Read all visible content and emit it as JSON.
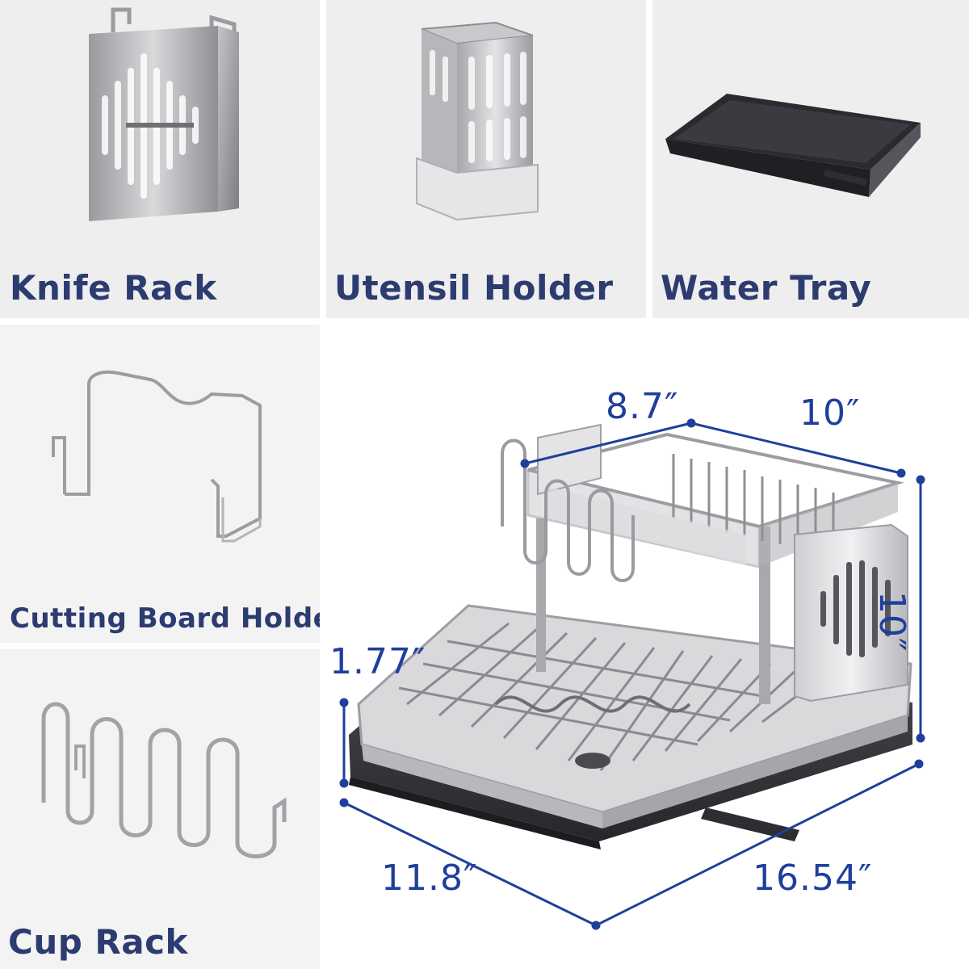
{
  "labels": {
    "knife_rack": "Knife Rack",
    "utensil_holder": "Utensil Holder",
    "water_tray": "Water Tray",
    "cutting_board_holder": "Cutting Board Holder",
    "cup_rack": "Cup Rack"
  },
  "dimensions": {
    "top_width": "8.7″",
    "top_depth": "10″",
    "height": "10″",
    "tray_height": "1.77″",
    "base_width": "11.8″",
    "base_length": "16.54″"
  },
  "colors": {
    "panel_background": "#eeeeef",
    "label_text": "#2d3c70",
    "dimension_blue": "#1f3f9c"
  }
}
